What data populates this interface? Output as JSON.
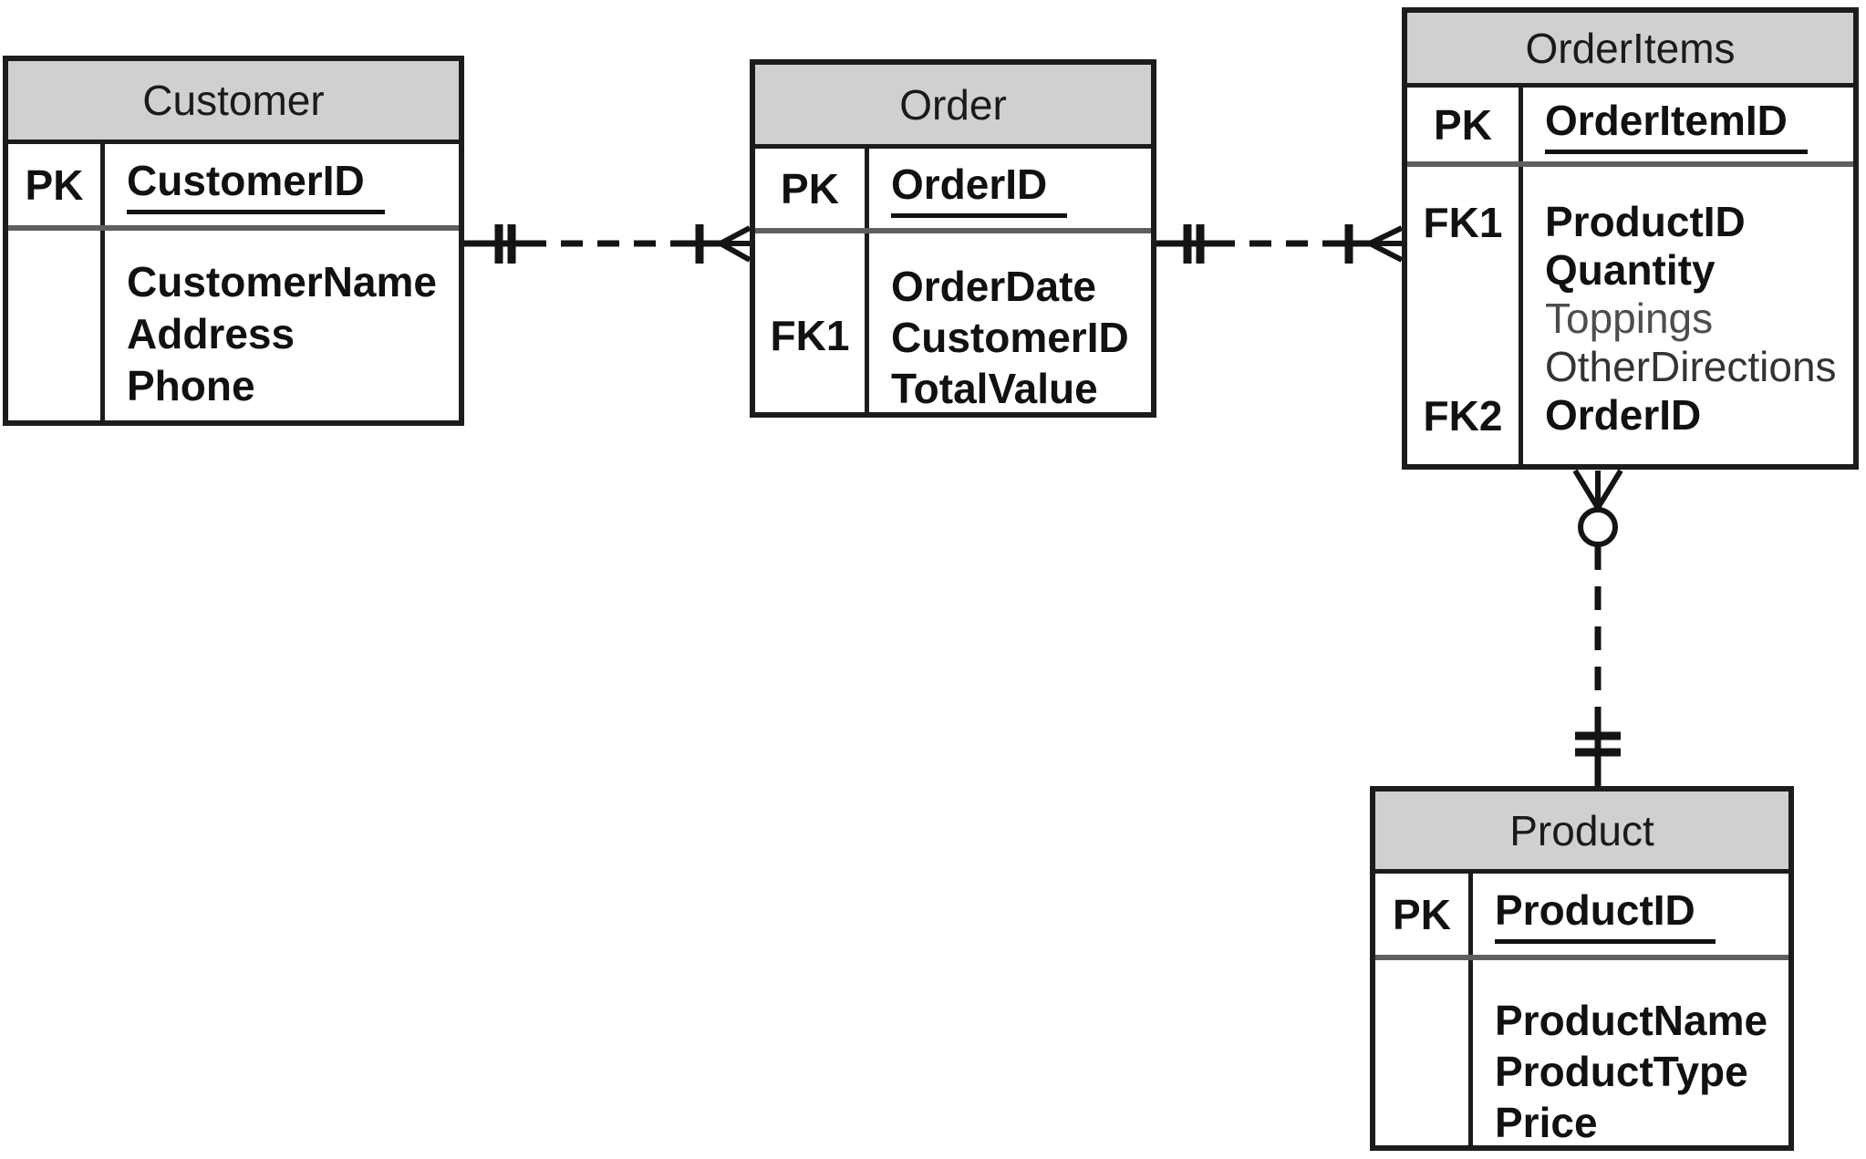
{
  "colors": {
    "background": "#ffffff",
    "entity_header_bg": "#d0d0d0",
    "entity_border": "#1c1c1c",
    "pk_divider": "#5f5f5f",
    "text": "#111111",
    "muted_attr_toppings": "#4d4d4d",
    "muted_attr_otherdirections": "#333333",
    "connector": "#141414"
  },
  "entities": [
    {
      "id": "customer",
      "title": "Customer",
      "pk": {
        "key": "PK",
        "attribute": "CustomerID"
      },
      "rows": [
        {
          "key": "",
          "label": "CustomerName"
        },
        {
          "key": "",
          "label": "Address"
        },
        {
          "key": "",
          "label": "Phone"
        }
      ]
    },
    {
      "id": "order",
      "title": "Order",
      "pk": {
        "key": "PK",
        "attribute": "OrderID"
      },
      "rows": [
        {
          "key": "",
          "label": "OrderDate"
        },
        {
          "key": "FK1",
          "label": "CustomerID"
        },
        {
          "key": "",
          "label": "TotalValue"
        }
      ]
    },
    {
      "id": "orderitems",
      "title": "OrderItems",
      "pk": {
        "key": "PK",
        "attribute": "OrderItemID"
      },
      "rows": [
        {
          "key": "FK1",
          "label": "ProductID"
        },
        {
          "key": "",
          "label": "Quantity"
        },
        {
          "key": "",
          "label": "Toppings"
        },
        {
          "key": "",
          "label": "OtherDirections"
        },
        {
          "key": "FK2",
          "label": "OrderID"
        }
      ]
    },
    {
      "id": "product",
      "title": "Product",
      "pk": {
        "key": "PK",
        "attribute": "ProductID"
      },
      "rows": [
        {
          "key": "",
          "label": "ProductName"
        },
        {
          "key": "",
          "label": "ProductType"
        },
        {
          "key": "",
          "label": "Price"
        }
      ]
    }
  ],
  "relationships": [
    {
      "id": "customer-order",
      "from_entity": "Customer",
      "to_entity": "Order",
      "from_cardinality": "one and only one",
      "to_cardinality": "one or many",
      "line_style": "dashed"
    },
    {
      "id": "order-orderitems",
      "from_entity": "Order",
      "to_entity": "OrderItems",
      "from_cardinality": "one and only one",
      "to_cardinality": "one or many",
      "line_style": "dashed"
    },
    {
      "id": "product-orderitems",
      "from_entity": "Product",
      "to_entity": "OrderItems",
      "from_cardinality": "one and only one",
      "to_cardinality": "zero or many",
      "line_style": "dashed"
    }
  ]
}
